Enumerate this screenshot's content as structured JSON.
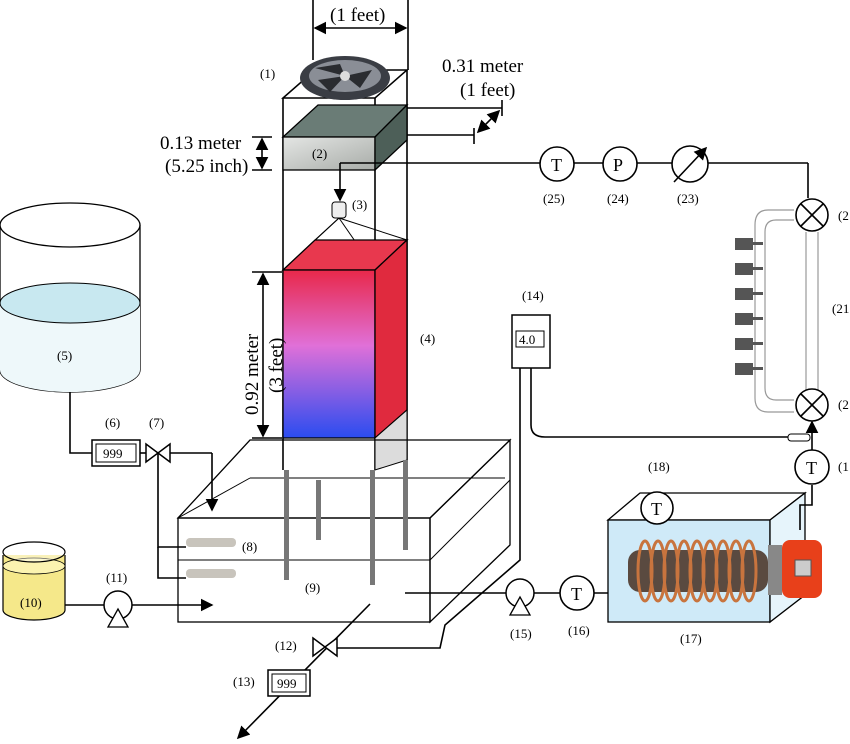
{
  "dimensions": {
    "top_width": "(1 feet)",
    "depth_m": "0.31 meter",
    "depth_ft": "(1 feet)",
    "pad_m": "0.13 meter",
    "pad_in": "(5.25 inch)",
    "packing_m": "0.92 meter",
    "packing_ft": "(3 feet)"
  },
  "labels": {
    "l1": "(1)",
    "l2": "(2)",
    "l3": "(3)",
    "l4": "(4)",
    "l5": "(5)",
    "l6": "(6)",
    "l7": "(7)",
    "l8": "(8)",
    "l9": "(9)",
    "l10": "(10)",
    "l11": "(11)",
    "l12": "(12)",
    "l13": "(13)",
    "l14": "(14)",
    "l15": "(15)",
    "l16": "(16)",
    "l17": "(17)",
    "l18": "(18)",
    "l19": "(1",
    "l20": "(2",
    "l21": "(21",
    "l22": "(2",
    "l23": "(23)",
    "l24": "(24)",
    "l25": "(25)"
  },
  "instruments": {
    "flowmeter_6": "999",
    "flowmeter_13": "999",
    "controller_14": "4.0",
    "temp_symbol": "T",
    "pressure_symbol": "P"
  },
  "colors": {
    "packing_top": "#e8284a",
    "packing_mid": "#e070d8",
    "packing_bottom": "#2a4cf0",
    "water": "#c8e8f0",
    "heater_tank": "#cfeaf8",
    "coil": "#b8643a",
    "burner": "#e8401a"
  }
}
